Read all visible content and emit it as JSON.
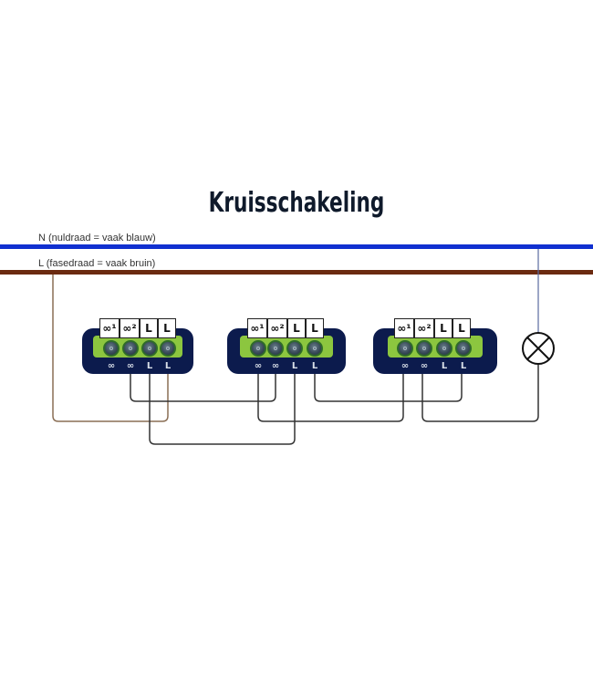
{
  "title": "Kruisschakeling",
  "rails": {
    "neutral": {
      "label": "N (nuldraad = vaak blauw)",
      "color": "#1030d0"
    },
    "live": {
      "label": "L (fasedraad = vaak bruin)",
      "color": "#6b2a10"
    }
  },
  "switches": [
    {
      "name": "switch-1",
      "top_labels": [
        "∞¹",
        "∞²",
        "L",
        "L"
      ],
      "bottom_labels": [
        "∞",
        "∞",
        "L",
        "L"
      ]
    },
    {
      "name": "switch-2",
      "top_labels": [
        "∞¹",
        "∞²",
        "L",
        "L"
      ],
      "bottom_labels": [
        "∞",
        "∞",
        "L",
        "L"
      ]
    },
    {
      "name": "switch-3",
      "top_labels": [
        "∞¹",
        "∞²",
        "L",
        "L"
      ],
      "bottom_labels": [
        "∞",
        "∞",
        "L",
        "L"
      ]
    }
  ],
  "lamp": {
    "symbol": "lamp-symbol"
  },
  "colors": {
    "switch_body": "#0c1b4d",
    "switch_panel": "#8cc63f",
    "wire": "#333333",
    "wire_live": "#8a6e55"
  }
}
